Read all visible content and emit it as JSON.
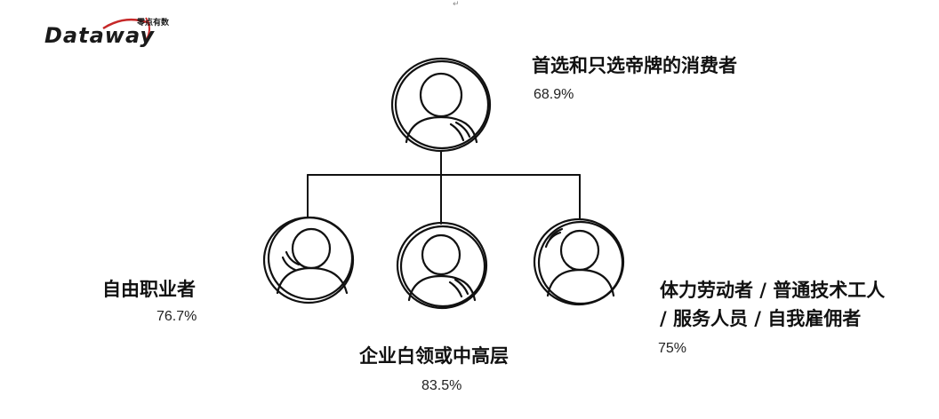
{
  "logo": {
    "text": "Dataway",
    "subtitle": "零点有数"
  },
  "marks": {
    "paragraph": "↵"
  },
  "root": {
    "label": "首选和只选帝牌的消费者",
    "value": "68.9%"
  },
  "children": [
    {
      "label": "自由职业者",
      "value": "76.7%"
    },
    {
      "label": "企业白领或中高层",
      "value": "83.5%"
    },
    {
      "label_line1": "体力劳动者 / 普通技术工人",
      "label_line2": " / 服务人员 / 自我雇佣者",
      "value": "75%"
    }
  ],
  "colors": {
    "line": "#111111",
    "logo_swoosh": "#c62828"
  }
}
